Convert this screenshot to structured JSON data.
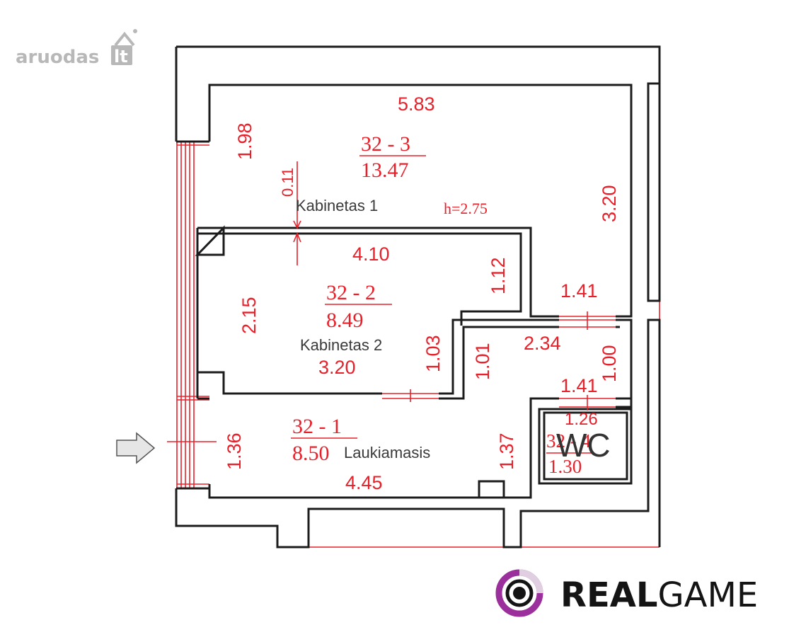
{
  "watermark": {
    "text": "aruodas",
    "suffix": "lt"
  },
  "rooms": [
    {
      "code": "32 - 3",
      "area": "13.47",
      "name": "Kabinetas 1",
      "height": "h=2.75"
    },
    {
      "code": "32 - 2",
      "area": "8.49",
      "name": "Kabinetas 2"
    },
    {
      "code": "32 - 1",
      "area": "8.50",
      "name": "Laukiamasis"
    },
    {
      "code": "32 - 4",
      "area": "1.30",
      "name": "WC"
    }
  ],
  "dimensions": [
    "5.83",
    "1.98",
    "0.11",
    "3.20",
    "4.10",
    "1.12",
    "1.41",
    "2.15",
    "1.03",
    "1.01",
    "2.34",
    "1.00",
    "3.20",
    "1.41",
    "1.26",
    "1.36",
    "1.37",
    "4.45"
  ],
  "brand": {
    "bold": "REAL",
    "light": "GAME"
  },
  "colors": {
    "dimension": "#e8202a",
    "wall": "#1c1c1c",
    "brand_ring": "#9b2f9b"
  }
}
